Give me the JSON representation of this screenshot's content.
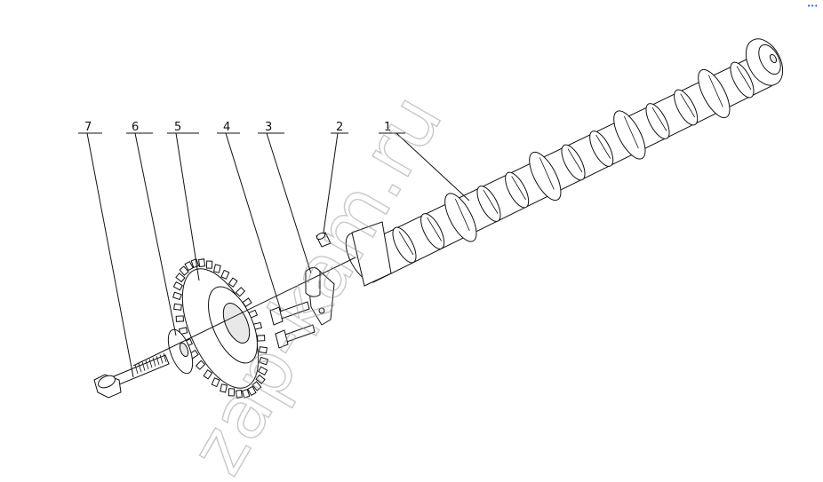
{
  "callouts": [
    {
      "label": "7"
    },
    {
      "label": "6"
    },
    {
      "label": "5"
    },
    {
      "label": "4"
    },
    {
      "label": "3"
    },
    {
      "label": "2"
    },
    {
      "label": "1"
    }
  ],
  "watermark": {
    "text": "zap-kam.ru"
  },
  "corner_mark": {
    "text": "•••"
  }
}
